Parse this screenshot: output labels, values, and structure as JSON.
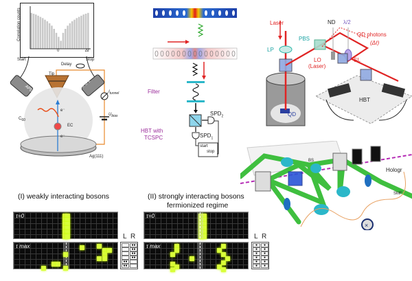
{
  "panel_a": {
    "histogram": {
      "ylabel": "Correlation counts",
      "x_tick_zero": "0",
      "x_label": "Δt",
      "bar_heights": [
        0.9,
        0.88,
        0.86,
        0.83,
        0.8,
        0.77,
        0.73,
        0.69,
        0.64,
        0.58,
        0.5,
        0.4,
        0.3,
        0.2,
        0.4,
        0.5,
        0.58,
        0.64,
        0.69,
        0.73,
        0.77,
        0.8,
        0.83,
        0.86,
        0.88,
        0.9
      ]
    },
    "start_label": "Start",
    "stop_label": "Stop",
    "delay_label": "Delay",
    "tip_label": "Tip",
    "apd1_label": "APD 1",
    "apd2_label": "APD 2",
    "itunnel_label": "I",
    "itunnel_sub": "tunnel",
    "ubias_label": "U",
    "ubias_sub": "bias",
    "c60_label": "C",
    "c60_sub": "60",
    "ec_label": "EC",
    "electron_label": "e⁻",
    "substrate_label": "Ag(111)"
  },
  "panel_b": {
    "filter_label": "Filter",
    "hbt_label_line1": "HBT with",
    "hbt_label_line2": "TCSPC",
    "spd2_label": "SPD",
    "spd2_sub": "2",
    "spd1_label": "SPD",
    "spd1_sub": "1",
    "start_label": "start",
    "stop_label": "stop"
  },
  "panel_c": {
    "laser_label": "Laser",
    "lp_label": "LP",
    "pbs_label": "PBS",
    "nd_label": "ND",
    "halfwave_label": "λ/2",
    "qd_photons_label": "QD photons",
    "delta_label": "(Δℓ)",
    "lo_label_line1": "LO",
    "lo_label_line2": "(Laser)",
    "sl_label": "SL",
    "qd_label": "QD",
    "hbt_label": "HBT"
  },
  "panel_d": {
    "bs_label": "BS",
    "smf_label": "SMF",
    "holo_label": "Hologr"
  },
  "panel_e": {
    "title_I": "(I)  weakly interacting bosons",
    "title_II_line1": "(II)  strongly interacting bosons",
    "title_II_line2": "fermionized regime",
    "tau0_label": "τ=0",
    "taumax_label": "τ max",
    "L_label": "L",
    "R_label": "R",
    "lr_table_I": [
      [
        "",
        "●●"
      ],
      [
        "",
        "●●"
      ],
      [
        "",
        "●●"
      ],
      [
        "",
        "●●"
      ],
      [
        "●●",
        ""
      ],
      [
        "●●",
        ""
      ]
    ],
    "lr_table_II": [
      [
        "●",
        "●"
      ],
      [
        "●",
        "●"
      ],
      [
        "●",
        "●"
      ],
      [
        "●",
        "●"
      ],
      [
        "●",
        "●"
      ],
      [
        "●",
        "●"
      ]
    ]
  },
  "colors": {
    "orange_wire": "#e8892c",
    "laser_red": "#e02424",
    "beam_green": "#3fbf3f",
    "purple_text": "#9b2d9b",
    "spot_yellow": "#d9ff3a",
    "cyan_optics": "#2bb7c9"
  }
}
